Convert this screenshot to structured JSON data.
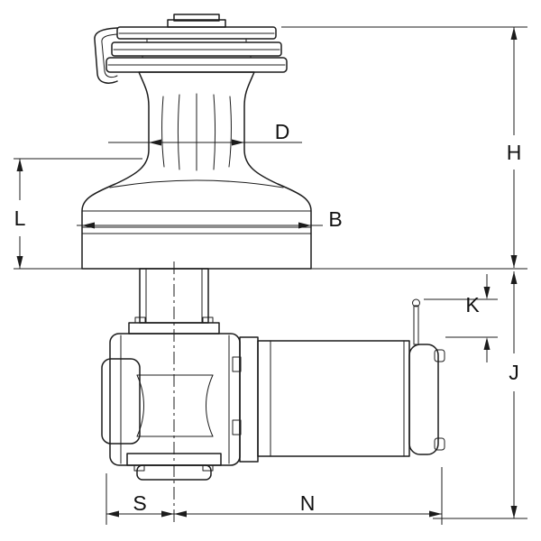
{
  "page": {
    "background": "#ffffff",
    "line_color": "#1c1c1c"
  },
  "dims": {
    "D": "D",
    "H": "H",
    "L": "L",
    "B": "B",
    "K": "K",
    "J": "J",
    "S": "S",
    "N": "N"
  }
}
